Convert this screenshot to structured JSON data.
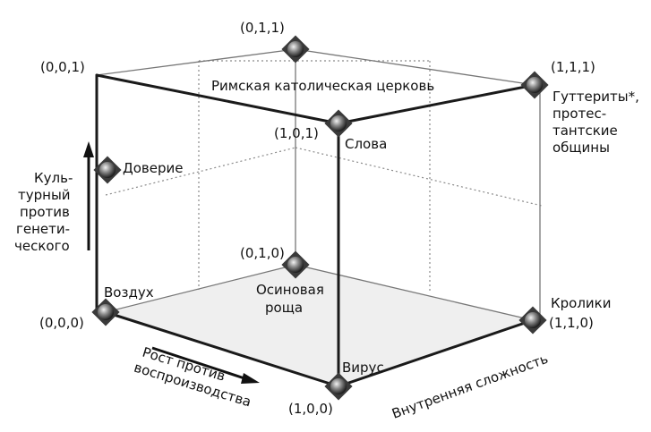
{
  "vertices": {
    "v000": "(0,0,0)",
    "v100": "(1,0,0)",
    "v110": "(1,1,0)",
    "v010": "(0,1,0)",
    "v001": "(0,0,1)",
    "v101": "(1,0,1)",
    "v111": "(1,1,1)",
    "v011": "(0,1,1)"
  },
  "points": {
    "air": "Воздух",
    "aspen": [
      "Осиновая",
      "роща"
    ],
    "virus": "Вирус",
    "rabbits": "Кролики",
    "trust": "Доверие",
    "words": "Слова",
    "church": "Римская католическая церковь",
    "hutterites": [
      "Гуттериты*,",
      "протес-",
      "тантские",
      "общины"
    ]
  },
  "axes": {
    "vertical": [
      "Куль-",
      "турный",
      "против",
      "генети-",
      "ческого"
    ],
    "front_left": [
      "Рост против",
      "воспроизводства"
    ],
    "front_right": "Внутренняя сложность"
  },
  "colors": {
    "floor": "#efefef",
    "marker_dark": "#3a3a3a",
    "ball_light": "#d8d8d8",
    "ball_dark": "#2a2a2a"
  }
}
